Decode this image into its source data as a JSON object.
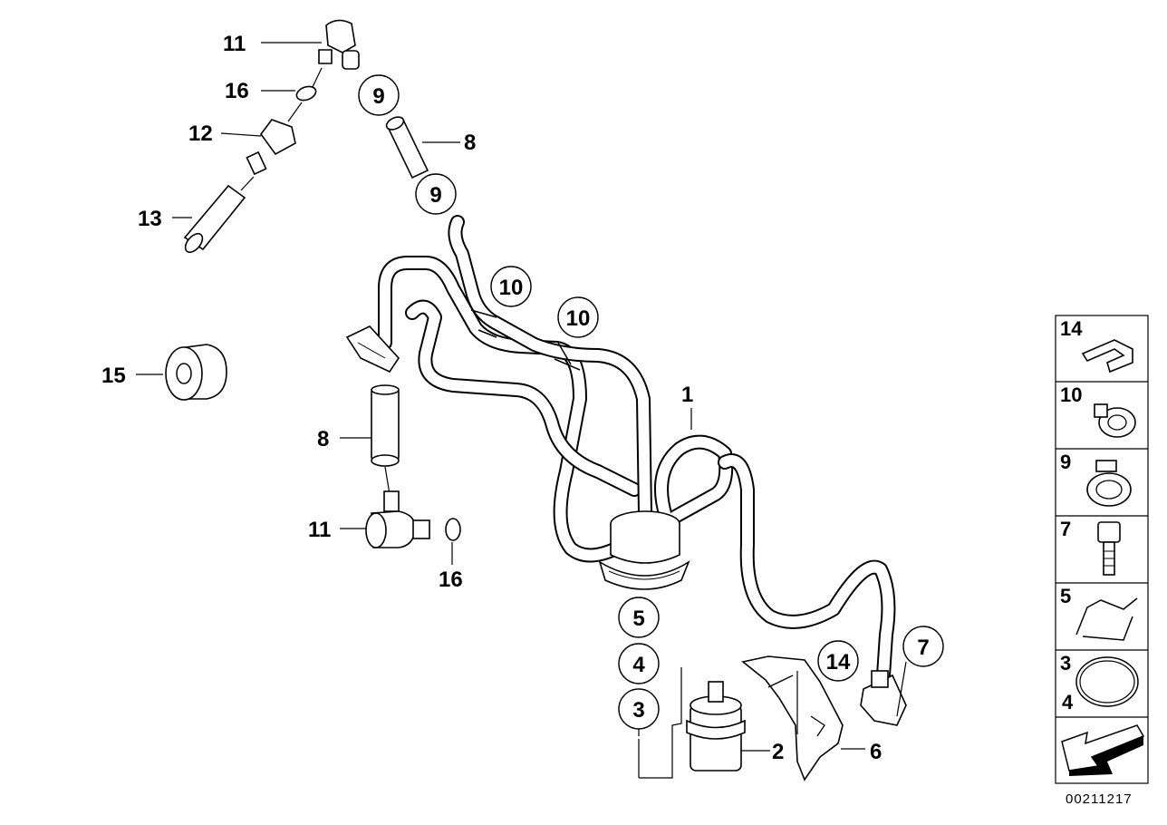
{
  "diagram_id": "00211217",
  "callouts": {
    "c1": "1",
    "c2": "2",
    "c6": "6",
    "c8a": "8",
    "c8b": "8",
    "c11a": "11",
    "c11b": "11",
    "c12": "12",
    "c13": "13",
    "c15": "15",
    "c16a": "16",
    "c16b": "16"
  },
  "circled": {
    "c9a": "9",
    "c9b": "9",
    "c10a": "10",
    "c10b": "10",
    "c5": "5",
    "c4": "4",
    "c3": "3",
    "c14": "14",
    "c7": "7"
  },
  "panel": {
    "p14": "14",
    "p10": "10",
    "p9": "9",
    "p7": "7",
    "p5": "5",
    "p3": "3",
    "p4": "4"
  }
}
